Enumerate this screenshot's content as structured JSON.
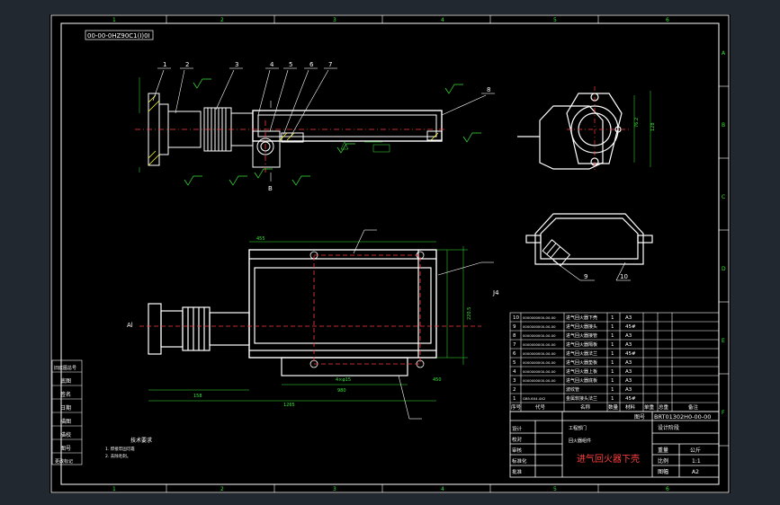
{
  "drawing": {
    "code_box": "00-00-0HZ90C1(I)0I",
    "zone_columns": [
      "1",
      "2",
      "3",
      "4",
      "5",
      "6"
    ],
    "zone_rows": [
      "A",
      "B",
      "C",
      "D",
      "E",
      "F"
    ],
    "top_balloons": [
      "1",
      "2",
      "3",
      "4",
      "5",
      "6",
      "7",
      "8"
    ],
    "side_balloons": [
      "9",
      "10"
    ],
    "section_mark": "B",
    "bottom_label": "Al",
    "left_stamp": [
      "旧底图总号",
      "底图",
      "签名",
      "日期",
      "描图",
      "描校",
      "图号",
      "更改标记"
    ],
    "tech_notes": {
      "title": "技术要求",
      "lines": [
        "1. 焊接牢固可靠",
        "2. 去除毛刺。"
      ]
    },
    "bom": {
      "rows": [
        {
          "no": "10",
          "code": "0000000000-00-00",
          "name": "进气回火器下壳",
          "qty": "1",
          "mat": "A3"
        },
        {
          "no": "9",
          "code": "0000000000-00-00",
          "name": "进气回火器接头",
          "qty": "1",
          "mat": "45#"
        },
        {
          "no": "8",
          "code": "0000000000-00-00",
          "name": "进气回火器接管",
          "qty": "1",
          "mat": "A3"
        },
        {
          "no": "7",
          "code": "0000000000-00-00",
          "name": "进气回火器隔板",
          "qty": "1",
          "mat": "A3"
        },
        {
          "no": "6",
          "code": "0000000000-00-00",
          "name": "进气回火器法兰",
          "qty": "1",
          "mat": "45#"
        },
        {
          "no": "5",
          "code": "0000000000-00-00",
          "name": "进气回火器垫板",
          "qty": "1",
          "mat": "A3"
        },
        {
          "no": "4",
          "code": "0000000000-00-00",
          "name": "进气回火器上板",
          "qty": "1",
          "mat": "A3"
        },
        {
          "no": "3",
          "code": "0000000000-00-00",
          "name": "进气回火器底板",
          "qty": "1",
          "mat": "A3"
        },
        {
          "no": "2",
          "code": "",
          "name": "波纹管",
          "qty": "1",
          "mat": "A3"
        },
        {
          "no": "1",
          "code": "GB5.6X4.4X2",
          "name": "金属软接头法兰",
          "qty": "1",
          "mat": "45#"
        }
      ],
      "headers": [
        "序号",
        "代号",
        "名称",
        "数量",
        "材料",
        "单重",
        "总重",
        "备注"
      ]
    },
    "title_block": {
      "part_no": "BRT01302H0-00-00",
      "top_label": "图号",
      "design_stage": "设计阶段",
      "weight_label": "重量",
      "weight_unit": "公斤",
      "scale_label": "比例",
      "scale_value": "1:1",
      "sheet_label": "图幅",
      "sheet_value": "A2",
      "company": "工程部门",
      "project": "回火器组件",
      "title": "进气回火器下壳",
      "left_labels": [
        "设计",
        "校对",
        "审核",
        "标准化",
        "批准"
      ]
    },
    "dims": {
      "top_right_h": "128",
      "top_right_w": "76.2",
      "bottom_overall": "1265",
      "bottom_flange": "158",
      "bottom_body": "980",
      "bottom_top": "455",
      "bottom_right": "J4",
      "bottom_h": "220.5",
      "bottom_hole": "4×φ15",
      "bottom_gap": "450"
    }
  }
}
